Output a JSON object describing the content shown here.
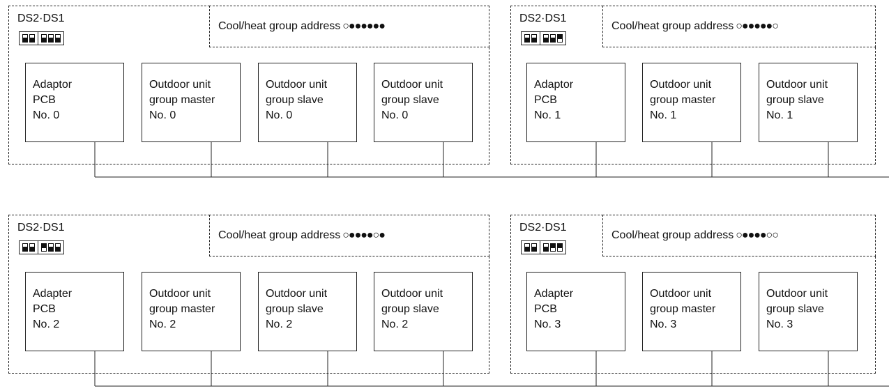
{
  "rows": [
    {
      "groups": [
        {
          "ds_label": "DS2·DS1",
          "ds2": [
            "off",
            "off"
          ],
          "ds1": [
            "off",
            "off",
            "off"
          ],
          "address_label": "Cool/heat group address",
          "address_dots": "○●●●●●●",
          "units": [
            {
              "lines": [
                "Adaptor",
                "PCB",
                "No. 0"
              ]
            },
            {
              "lines": [
                "Outdoor unit",
                "group master",
                "No. 0"
              ]
            },
            {
              "lines": [
                "Outdoor unit",
                "group slave",
                "No. 0"
              ]
            },
            {
              "lines": [
                "Outdoor unit",
                "group slave",
                "No. 0"
              ]
            }
          ]
        },
        {
          "ds_label": "DS2·DS1",
          "ds2": [
            "off",
            "off"
          ],
          "ds1": [
            "off",
            "off",
            "on"
          ],
          "address_label": "Cool/heat group address",
          "address_dots": "○●●●●●○",
          "units": [
            {
              "lines": [
                "Adaptor",
                "PCB",
                "No. 1"
              ]
            },
            {
              "lines": [
                "Outdoor unit",
                "group master",
                "No. 1"
              ]
            },
            {
              "lines": [
                "Outdoor unit",
                "group slave",
                "No. 1"
              ]
            }
          ]
        }
      ]
    },
    {
      "groups": [
        {
          "ds_label": "DS2·DS1",
          "ds2": [
            "off",
            "off"
          ],
          "ds1": [
            "on",
            "off",
            "off"
          ],
          "address_label": "Cool/heat group address",
          "address_dots": "○●●●●○●",
          "units": [
            {
              "lines": [
                "Adapter",
                "PCB",
                "No. 2"
              ]
            },
            {
              "lines": [
                "Outdoor unit",
                "group master",
                "No. 2"
              ]
            },
            {
              "lines": [
                "Outdoor unit",
                "group slave",
                "No. 2"
              ]
            },
            {
              "lines": [
                "Outdoor unit",
                "group slave",
                "No. 2"
              ]
            }
          ]
        },
        {
          "ds_label": "DS2·DS1",
          "ds2": [
            "off",
            "off"
          ],
          "ds1": [
            "off",
            "on",
            "on"
          ],
          "address_label": "Cool/heat group address",
          "address_dots": "○●●●●○○",
          "units": [
            {
              "lines": [
                "Adapter",
                "PCB",
                "No. 3"
              ]
            },
            {
              "lines": [
                "Outdoor unit",
                "group master",
                "No. 3"
              ]
            },
            {
              "lines": [
                "Outdoor unit",
                "group slave",
                "No. 3"
              ]
            }
          ]
        }
      ]
    }
  ]
}
